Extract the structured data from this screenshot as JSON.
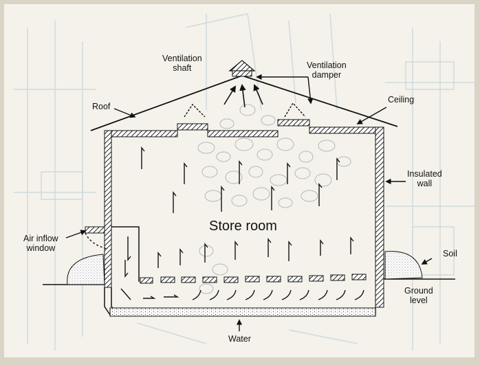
{
  "labels": {
    "ventilation_shaft": [
      "Ventilation",
      "shaft"
    ],
    "ventilation_damper": [
      "Ventilation",
      "damper"
    ],
    "roof": "Roof",
    "ceiling": "Ceiling",
    "insulated_wall": [
      "Insulated",
      "wall"
    ],
    "store_room": "Store room",
    "air_inflow_window": [
      "Air inflow",
      "window"
    ],
    "soil": "Soil",
    "ground_level": [
      "Ground",
      "level"
    ],
    "water": "Water"
  },
  "colors": {
    "paper": "#f4f2ea",
    "frame": "#d9d4c6",
    "ink": "#111111",
    "ghost": "#c9d3dc",
    "hatch": "#222222"
  }
}
